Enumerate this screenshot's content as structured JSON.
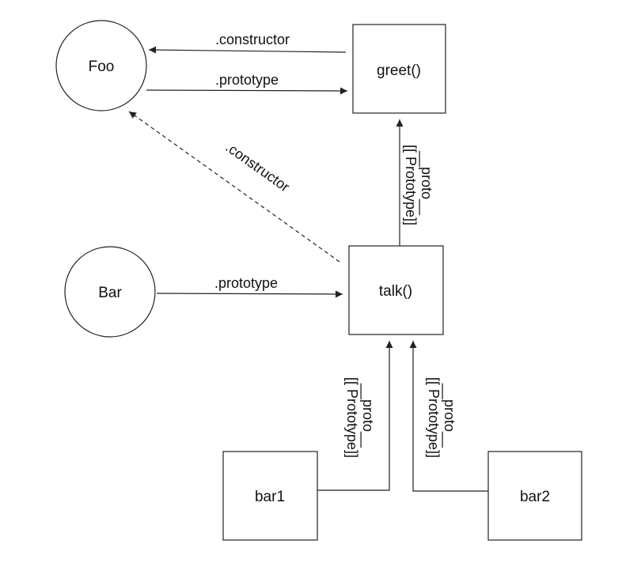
{
  "nodes": {
    "foo": "Foo",
    "bar": "Bar",
    "greet": "greet()",
    "talk": "talk()",
    "bar1": "bar1",
    "bar2": "bar2"
  },
  "edges": {
    "foo_prototype": ".prototype",
    "greet_constructor": ".constructor",
    "talk_constructor": ".constructor",
    "bar_prototype": ".prototype",
    "talk_proto_line1": "__proto__",
    "talk_proto_line2": "[[ Prototype]]",
    "bar1_proto_line1": "__proto__",
    "bar1_proto_line2": "[[ Prototype]]",
    "bar2_proto_line1": "__proto__",
    "bar2_proto_line2": "[[ Prototype]]"
  }
}
